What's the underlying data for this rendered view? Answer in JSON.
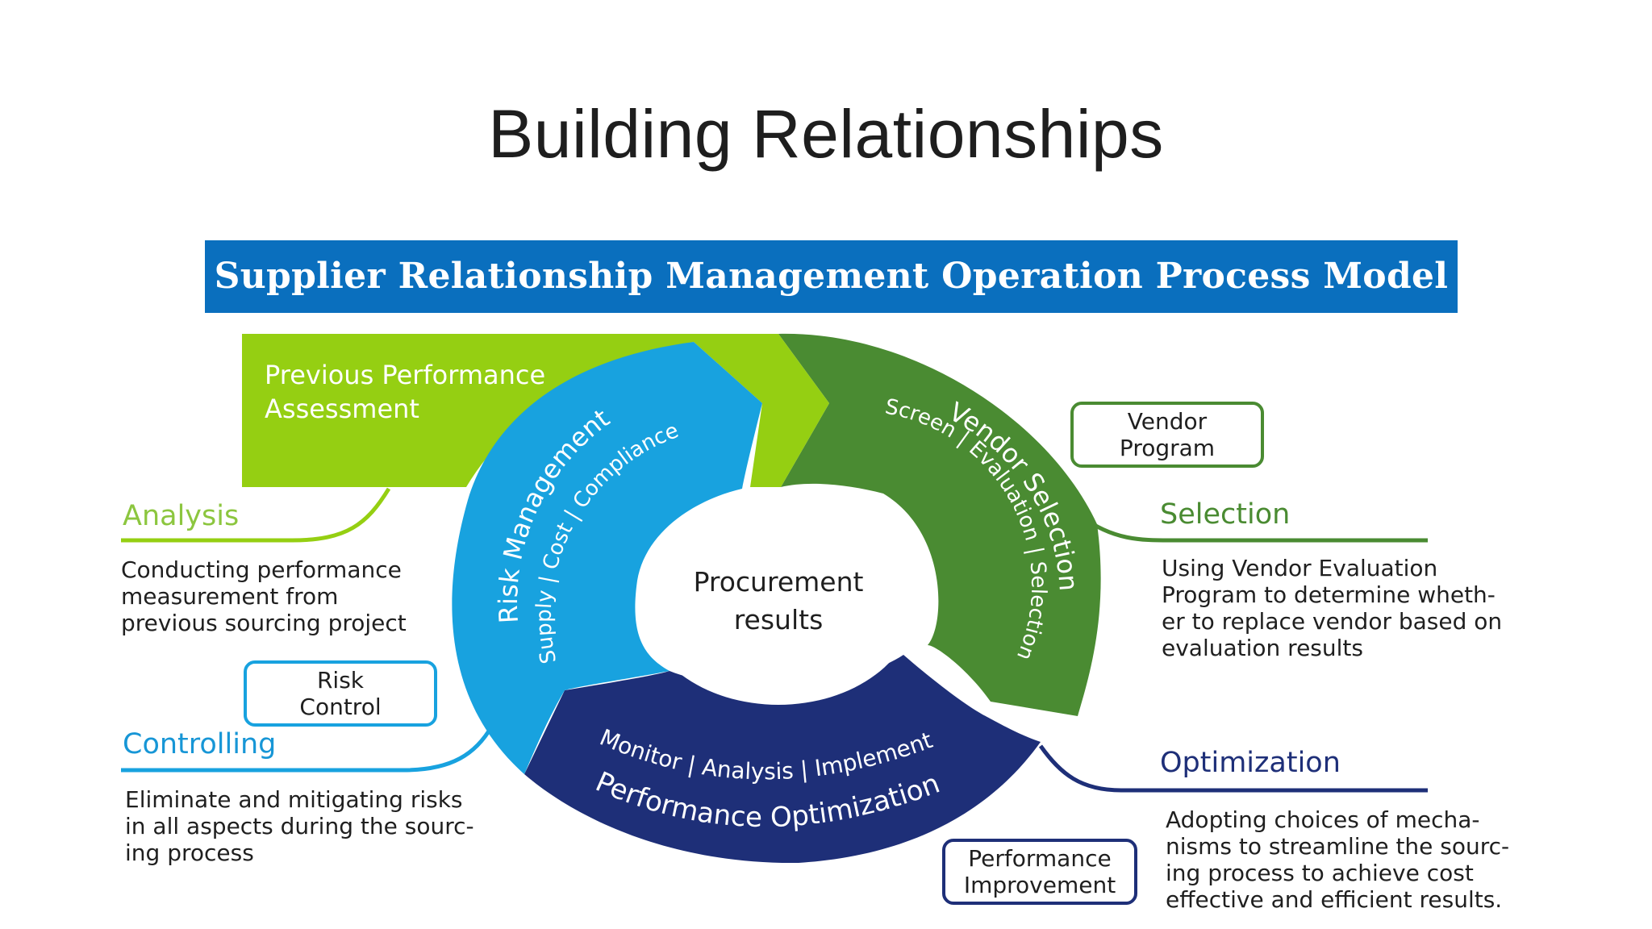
{
  "slide": {
    "title": "Building Relationships"
  },
  "banner": {
    "title": "Supplier Relationship Management Operation Process Model"
  },
  "colors": {
    "banner": "#0a6fbe",
    "lime": "#95cf12",
    "green": "#4a8b32",
    "sky": "#18a2df",
    "navy": "#1e2f78",
    "green_heading": "#8cc63f",
    "sky_heading": "#1796d6"
  },
  "diagram": {
    "center": [
      "Procurement",
      "results"
    ],
    "top_arrow": [
      "Previous Performance",
      "Assessment"
    ],
    "risk": {
      "title": "Risk Management",
      "sub": "Supply | Cost | Compliance"
    },
    "vendor": {
      "title": "Vendor Selection",
      "sub": "Screen | Evaluation | Selection"
    },
    "perf": {
      "title": "Performance Optimization",
      "sub": "Monitor | Analysis | Implement"
    }
  },
  "analysis": {
    "heading": "Analysis",
    "text": [
      "Conducting performance",
      "measurement from",
      "previous sourcing project"
    ]
  },
  "controlling": {
    "heading": "Controlling",
    "box": [
      "Risk",
      "Control"
    ],
    "text": [
      "Eliminate and mitigating risks",
      "in all aspects during the sourc-",
      "ing process"
    ]
  },
  "selection": {
    "heading": "Selection",
    "box": [
      "Vendor",
      "Program"
    ],
    "text": [
      "Using Vendor Evaluation",
      "Program to determine wheth-",
      "er to replace vendor based on",
      "evaluation results"
    ]
  },
  "optimization": {
    "heading": "Optimization",
    "box": [
      "Performance",
      "Improvement"
    ],
    "text": [
      "Adopting choices of mecha-",
      "nisms to streamline the sourc-",
      "ing process to achieve cost",
      "effective and efficient results."
    ]
  }
}
